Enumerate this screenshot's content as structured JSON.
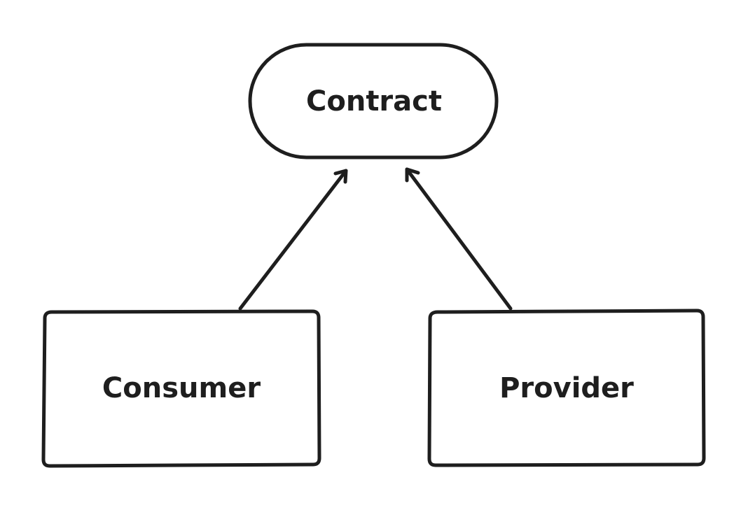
{
  "colors": {
    "background": "#ffffff",
    "stroke": "#1e1e1e",
    "text": "#1e1e1e"
  },
  "diagram": {
    "nodes": [
      {
        "id": "contract",
        "shape": "pill",
        "label": "Contract"
      },
      {
        "id": "consumer",
        "shape": "rectangle",
        "label": "Consumer"
      },
      {
        "id": "provider",
        "shape": "rectangle",
        "label": "Provider"
      }
    ],
    "edges": [
      {
        "from": "consumer",
        "to": "contract",
        "arrowhead": "end"
      },
      {
        "from": "provider",
        "to": "contract",
        "arrowhead": "end"
      }
    ]
  }
}
